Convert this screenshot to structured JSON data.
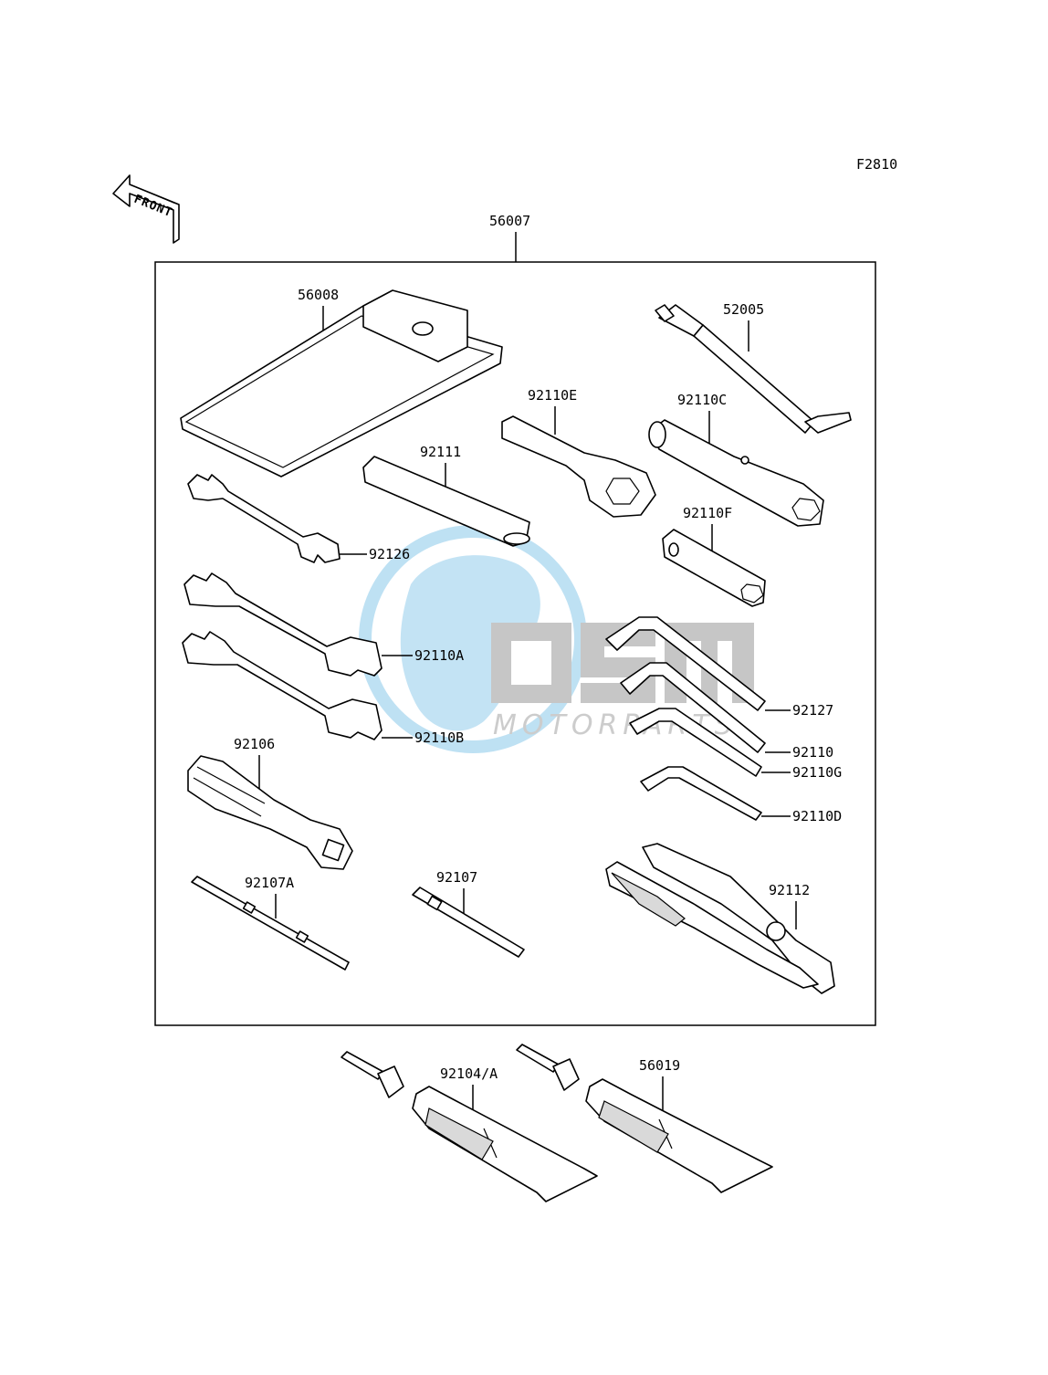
{
  "figure_code": "F2810",
  "front_label": "FRONT",
  "watermark": {
    "brand": "OSM",
    "subtitle": "MOTORPARTS",
    "colors": {
      "globe": "#7ec3e8",
      "text": "#bdbdbd"
    }
  },
  "parts": {
    "p56007": "56007",
    "p56008": "56008",
    "p52005": "52005",
    "p92110E": "92110E",
    "p92110C": "92110C",
    "p92111": "92111",
    "p92110F": "92110F",
    "p92126": "92126",
    "p92110A": "92110A",
    "p92110B": "92110B",
    "p92127": "92127",
    "p92110": "92110",
    "p92110G": "92110G",
    "p92110D": "92110D",
    "p92106": "92106",
    "p92107A": "92107A",
    "p92107": "92107",
    "p92112": "92112",
    "p92104A": "92104/A",
    "p56019": "56019"
  }
}
